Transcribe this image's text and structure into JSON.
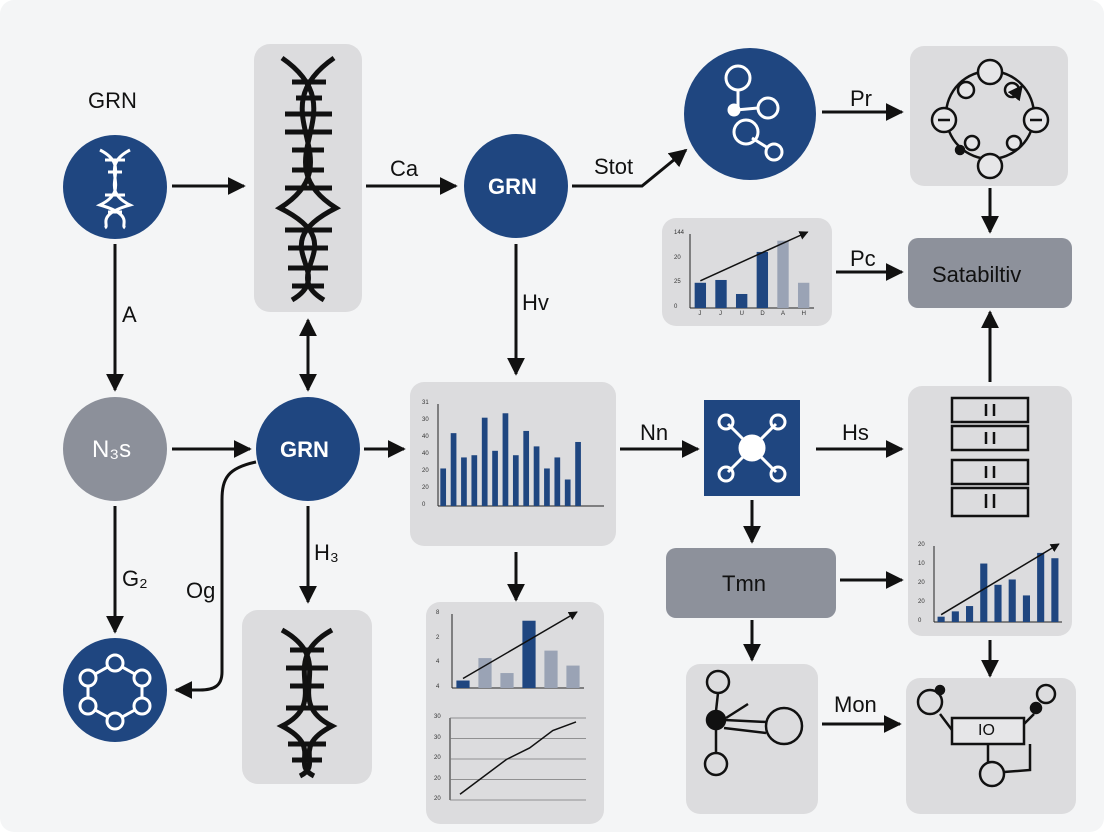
{
  "colors": {
    "background": "#f4f5f6",
    "node_navy": "#1f4680",
    "node_gray": "#8c909a",
    "panel_gray": "#dcdcde",
    "box_slate": "#8d919b",
    "bar_light": "#9aa3b5",
    "arrow": "#111111"
  },
  "nodes": {
    "grn_top_left_label": "GRN",
    "grn_middle": "GRN",
    "grn_top": "GRN",
    "n3s": "N₃s",
    "satabiltiv": "Satabiltiv",
    "tmn": "Tmn",
    "io_box": "IO"
  },
  "edges": {
    "ca": "Ca",
    "stot": "Stot",
    "pr": "Pr",
    "pc": "Pc",
    "hv": "Hv",
    "a": "A",
    "g2": "G₂",
    "og": "Og",
    "h3": "H₃",
    "nn": "Nn",
    "hs": "Hs",
    "mon": "Mon"
  },
  "icons": [
    "dna-icon",
    "molecule-network-icon",
    "feedback-cycle-icon",
    "hexagon-network-icon",
    "star-network-icon",
    "switch-bars-icon"
  ],
  "chart_data": [
    {
      "type": "bar",
      "name_hint": "mini-chart-top-right",
      "yticks": [
        "144",
        "20",
        "25",
        "0"
      ],
      "categories": [
        "J",
        "J",
        "U",
        "D",
        "A",
        "H"
      ],
      "values": [
        18,
        20,
        10,
        40,
        48,
        18
      ],
      "highlight": [
        false,
        false,
        false,
        false,
        true,
        true
      ],
      "trend": true
    },
    {
      "type": "bar",
      "name_hint": "bar-chart-center",
      "yticks": [
        "31",
        "30",
        "40",
        "40",
        "20",
        "20",
        "0"
      ],
      "categories": [
        "",
        "",
        "",
        "",
        "",
        "",
        "",
        "",
        "",
        "",
        "",
        "",
        "",
        "",
        "",
        ""
      ],
      "values": [
        17,
        33,
        22,
        23,
        40,
        25,
        42,
        23,
        34,
        27,
        17,
        22,
        12,
        29,
        0,
        0
      ],
      "highlight": []
    },
    {
      "type": "bar",
      "name_hint": "bar-chart-bottom-center",
      "yticks": [
        "8",
        "2",
        "4",
        "4"
      ],
      "categories": [
        "",
        "",
        "",
        "",
        "",
        ""
      ],
      "values": [
        1,
        4,
        2,
        9,
        5,
        3
      ],
      "highlight": [
        false,
        true,
        true,
        false,
        true,
        true
      ],
      "trend": true
    },
    {
      "type": "line",
      "name_hint": "line-chart-bottom-center",
      "yticks": [
        "30",
        "30",
        "20",
        "20",
        "20"
      ],
      "x": [
        0,
        1,
        2,
        3,
        4,
        5
      ],
      "values": [
        2,
        8,
        14,
        18,
        24,
        27
      ]
    },
    {
      "type": "bar",
      "name_hint": "bar-chart-right",
      "yticks": [
        "20",
        "10",
        "20",
        "20",
        "0"
      ],
      "categories": [
        "",
        "",
        "",
        "",
        "",
        "",
        "",
        ""
      ],
      "values": [
        1,
        2,
        3,
        11,
        7,
        8,
        5,
        13,
        12
      ],
      "highlight": [
        false,
        false,
        false,
        false,
        false,
        false,
        false,
        false,
        false
      ],
      "trend": true
    }
  ]
}
